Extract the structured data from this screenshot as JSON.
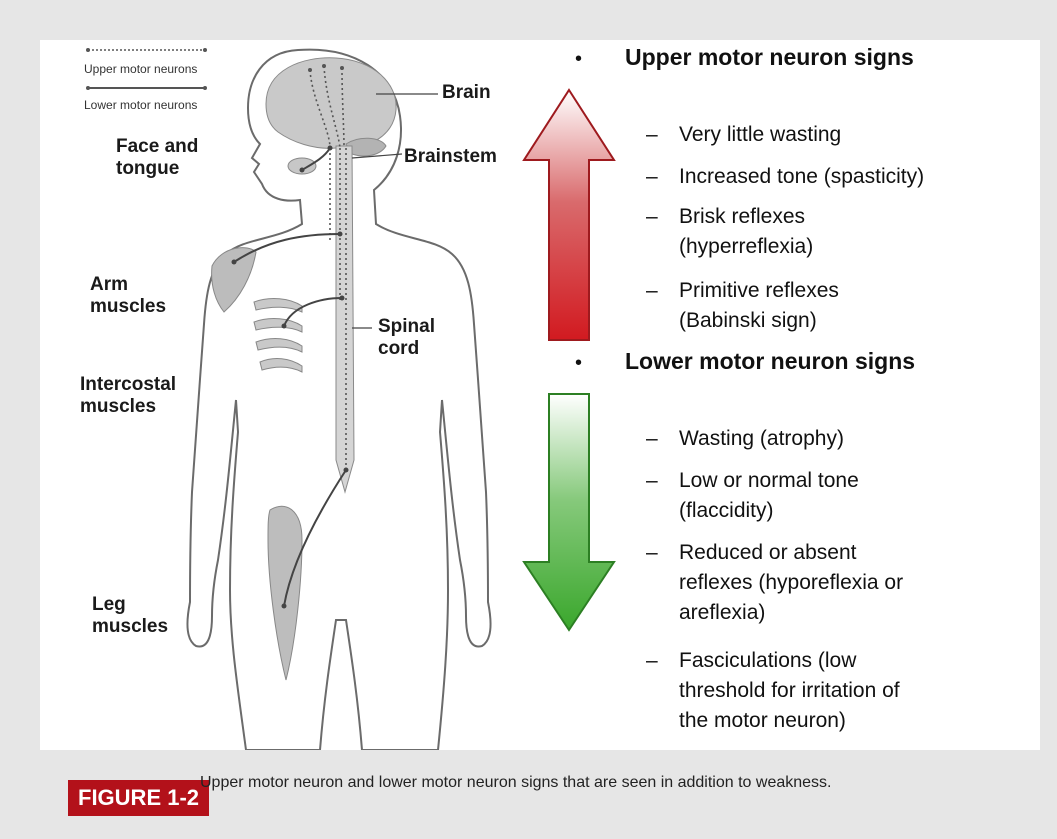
{
  "legend": {
    "upper": "Upper motor neurons",
    "lower": "Lower motor neurons"
  },
  "labels": {
    "face": "Face and\ntongue",
    "brain": "Brain",
    "brainstem": "Brainstem",
    "arm": "Arm\nmuscles",
    "intercostal": "Intercostal\nmuscles",
    "spinal": "Spinal\ncord",
    "leg": "Leg\nmuscles"
  },
  "upper_signs": {
    "bullet": "•",
    "heading": "Upper motor neuron signs",
    "items": [
      {
        "dash": "–",
        "text": "Very little wasting"
      },
      {
        "dash": "–",
        "text": "Increased tone (spasticity)"
      },
      {
        "dash": "–",
        "text": "Brisk reflexes\n(hyperreflexia)"
      },
      {
        "dash": "–",
        "text": "Primitive reflexes\n(Babinski sign)"
      }
    ]
  },
  "lower_signs": {
    "bullet": "•",
    "heading": "Lower motor neuron signs",
    "items": [
      {
        "dash": "–",
        "text": "Wasting (atrophy)"
      },
      {
        "dash": "–",
        "text": "Low or normal tone\n(flaccidity)"
      },
      {
        "dash": "–",
        "text": "Reduced or absent\nreflexes (hyporeflexia or\nareflexia)"
      },
      {
        "dash": "–",
        "text": "Fasciculations (low\nthreshold for irritation of\nthe motor neuron)"
      }
    ]
  },
  "figure": {
    "badge": "FIGURE 1-2",
    "caption": "Upper motor neuron and lower motor neuron signs that are seen in addition to weakness."
  },
  "colors": {
    "up_arrow": "#c8161c",
    "down_arrow": "#3aa72c",
    "badge": "#b3111a"
  }
}
